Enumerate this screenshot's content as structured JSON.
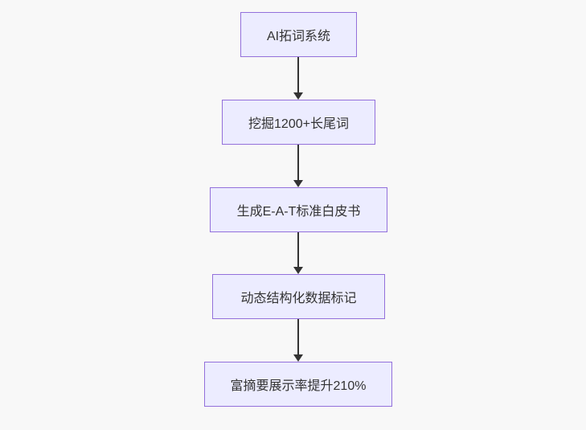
{
  "flowchart": {
    "direction": "top-down",
    "nodes": [
      {
        "id": "node-1",
        "label": "AI拓词系统"
      },
      {
        "id": "node-2",
        "label": "挖掘1200+长尾词"
      },
      {
        "id": "node-3",
        "label": "生成E-A-T标准白皮书"
      },
      {
        "id": "node-4",
        "label": "动态结构化数据标记"
      },
      {
        "id": "node-5",
        "label": "富摘要展示率提升210%"
      }
    ],
    "edges": [
      {
        "from": "node-1",
        "to": "node-2",
        "style": "arrow-down"
      },
      {
        "from": "node-2",
        "to": "node-3",
        "style": "arrow-down"
      },
      {
        "from": "node-3",
        "to": "node-4",
        "style": "arrow-down"
      },
      {
        "from": "node-4",
        "to": "node-5",
        "style": "arrow-down"
      }
    ],
    "colors": {
      "background": "#F8F8F8",
      "node_fill": "#ECECFF",
      "node_border": "#9370DB",
      "node_text": "#333333",
      "edge": "#333333"
    }
  }
}
